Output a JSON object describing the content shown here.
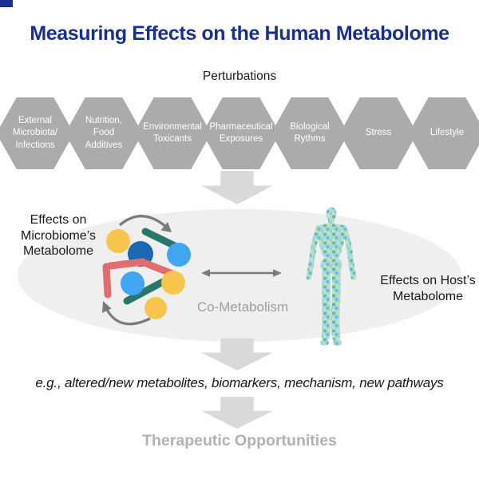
{
  "slide": {
    "title": "Measuring Effects on the Human Metabolome",
    "perturbations_heading": "Perturbations",
    "outcomes_note": "e.g., altered/new metabolites, biomarkers, mechanism, new pathways",
    "therapeutic_heading": "Therapeutic Opportunities"
  },
  "perturbation_factors": [
    {
      "label": "External\nMicrobiota/\nInfections"
    },
    {
      "label": "Nutrition,\nFood\nAdditives"
    },
    {
      "label": "Environmental\nToxicants"
    },
    {
      "label": "Pharmaceutical\nExposures"
    },
    {
      "label": "Biological\nRythms"
    },
    {
      "label": "Stress"
    },
    {
      "label": "Lifestyle"
    }
  ],
  "co_metabolism": {
    "microbiome_label": "Effects on\nMicrobiome’s\nMetabolome",
    "host_label": "Effects on Host’s\nMetabolome",
    "center_label": "Co-Metabolism"
  },
  "colors": {
    "title_navy": "#192f90",
    "hexagon_gray": "#ababab",
    "hexagon_text": "#ffffff",
    "flow_arrow_gray": "#d9d9d9",
    "ellipse_gray": "#efefef",
    "diagram_arrow_gray": "#7a7a7a",
    "muted_text_gray": "#9e9e9e",
    "therapeutic_gray": "#b1b1b1",
    "microbe_yellow": "#f7c54e",
    "microbe_dark_blue": "#1a68b2",
    "microbe_light_blue": "#41a6f1",
    "microbe_red": "#e06e6e",
    "microbe_teal": "#27776d",
    "human_teal": "#a9dcd6"
  }
}
